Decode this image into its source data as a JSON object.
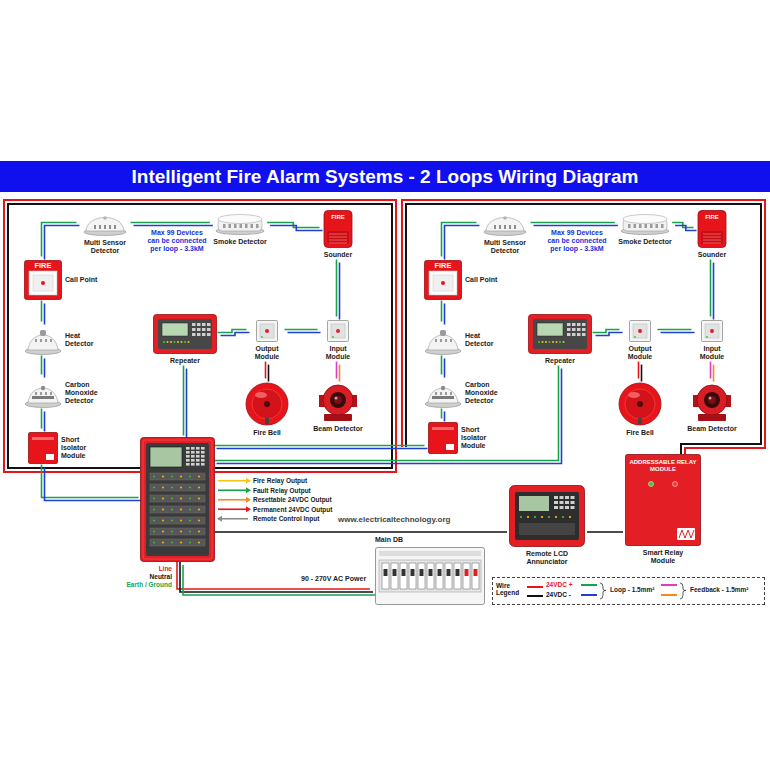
{
  "diagram": {
    "title": "Intelligent Fire Alarm Systems - 2 Loops Wiring Diagram",
    "nodes": [
      {
        "text": [
          "Multi Sensor Detector"
        ]
      },
      {
        "text": [
          "Smoke Detector"
        ]
      },
      {
        "text": [
          "FIRE",
          "Sounder"
        ]
      },
      {
        "text": [
          "FIRE",
          "Call Point"
        ]
      },
      {
        "text": [
          "Heat Detector"
        ]
      },
      {
        "text": [
          "Carbon Monoxide Detector"
        ]
      },
      {
        "text": [
          "Short Isolator Module"
        ]
      },
      {
        "text": [
          "Repeater"
        ]
      },
      {
        "text": [
          "Output Module"
        ]
      },
      {
        "text": [
          "Input Module"
        ]
      },
      {
        "text": [
          "Fire Bell"
        ]
      },
      {
        "text": [
          "Beam Detector"
        ]
      },
      {
        "text": [
          "Multi Sensor Detector"
        ]
      },
      {
        "text": [
          "Smoke Detector"
        ]
      },
      {
        "text": [
          "FIRE",
          "Sounder"
        ]
      },
      {
        "text": [
          "FIRE",
          "Call Point"
        ]
      },
      {
        "text": [
          "Heat Detector"
        ]
      },
      {
        "text": [
          "Carbon Monoxide Detector"
        ]
      },
      {
        "text": [
          "Short Isolator Module"
        ]
      },
      {
        "text": [
          "Repeater"
        ]
      },
      {
        "text": [
          "Output Module"
        ]
      },
      {
        "text": [
          "Input Module"
        ]
      },
      {
        "text": [
          "Fire Bell"
        ]
      },
      {
        "text": [
          "Beam Detector"
        ]
      },
      {
        "text": [
          "Fire Relay Output",
          "Fault Relay Output",
          "Resettable 24VDC Output",
          "Permanent 24VDC Output",
          "Remote Control Input"
        ]
      },
      {
        "text": [
          "Main DB"
        ]
      },
      {
        "text": [
          "Remote LCD Annunciator"
        ]
      },
      {
        "text": [
          "ADDRESSABLE RELAY MODULE",
          "Smart Relay Module"
        ]
      }
    ],
    "edges": [
      {
        "from": 24,
        "to": 6,
        "arrow": "none"
      },
      {
        "from": 6,
        "to": 5,
        "arrow": "none"
      },
      {
        "from": 5,
        "to": 4,
        "arrow": "none"
      },
      {
        "from": 4,
        "to": 3,
        "arrow": "none"
      },
      {
        "from": 3,
        "to": 0,
        "arrow": "none"
      },
      {
        "from": 0,
        "to": 1,
        "arrow": "none"
      },
      {
        "from": 1,
        "to": 2,
        "arrow": "none"
      },
      {
        "from": 2,
        "to": 9,
        "arrow": "none"
      },
      {
        "from": 9,
        "to": 8,
        "arrow": "none"
      },
      {
        "from": 8,
        "to": 7,
        "arrow": "none"
      },
      {
        "from": 7,
        "to": 24,
        "arrow": "none"
      },
      {
        "from": 8,
        "to": 10,
        "arrow": "none"
      },
      {
        "from": 9,
        "to": 11,
        "arrow": "none"
      },
      {
        "from": 24,
        "to": 18,
        "arrow": "none"
      },
      {
        "from": 18,
        "to": 17,
        "arrow": "none"
      },
      {
        "from": 17,
        "to": 16,
        "arrow": "none"
      },
      {
        "from": 16,
        "to": 15,
        "arrow": "none"
      },
      {
        "from": 15,
        "to": 12,
        "arrow": "none"
      },
      {
        "from": 12,
        "to": 13,
        "arrow": "none"
      },
      {
        "from": 13,
        "to": 14,
        "arrow": "none"
      },
      {
        "from": 14,
        "to": 21,
        "arrow": "none"
      },
      {
        "from": 21,
        "to": 20,
        "arrow": "none"
      },
      {
        "from": 20,
        "to": 19,
        "arrow": "none"
      },
      {
        "from": 19,
        "to": 24,
        "arrow": "none"
      },
      {
        "from": 20,
        "to": 22,
        "arrow": "none"
      },
      {
        "from": 21,
        "to": 23,
        "arrow": "none"
      },
      {
        "from": 24,
        "to": 25,
        "label": "90 - 270V AC Power",
        "arrow": "none"
      },
      {
        "from": 24,
        "to": 26,
        "arrow": "none"
      },
      {
        "from": 26,
        "to": 27,
        "arrow": "none"
      }
    ],
    "labels": [
      "Max 99 Devices can be connected per loop - 3.3kM",
      "Max 99 Devices can be connected per loop - 3.3kM",
      "www.electricaltechnology.org",
      "Line",
      "Neutral",
      "Earth / Ground",
      "Wire Legend"
    ],
    "legend": [
      {
        "text": "24VDC +",
        "color": "#e8141b"
      },
      {
        "text": "24VDC -",
        "color": "#111111"
      },
      {
        "text": "Loop - 1.5mm²"
      },
      {
        "text": "Feedback - 1.5mm²"
      }
    ]
  }
}
